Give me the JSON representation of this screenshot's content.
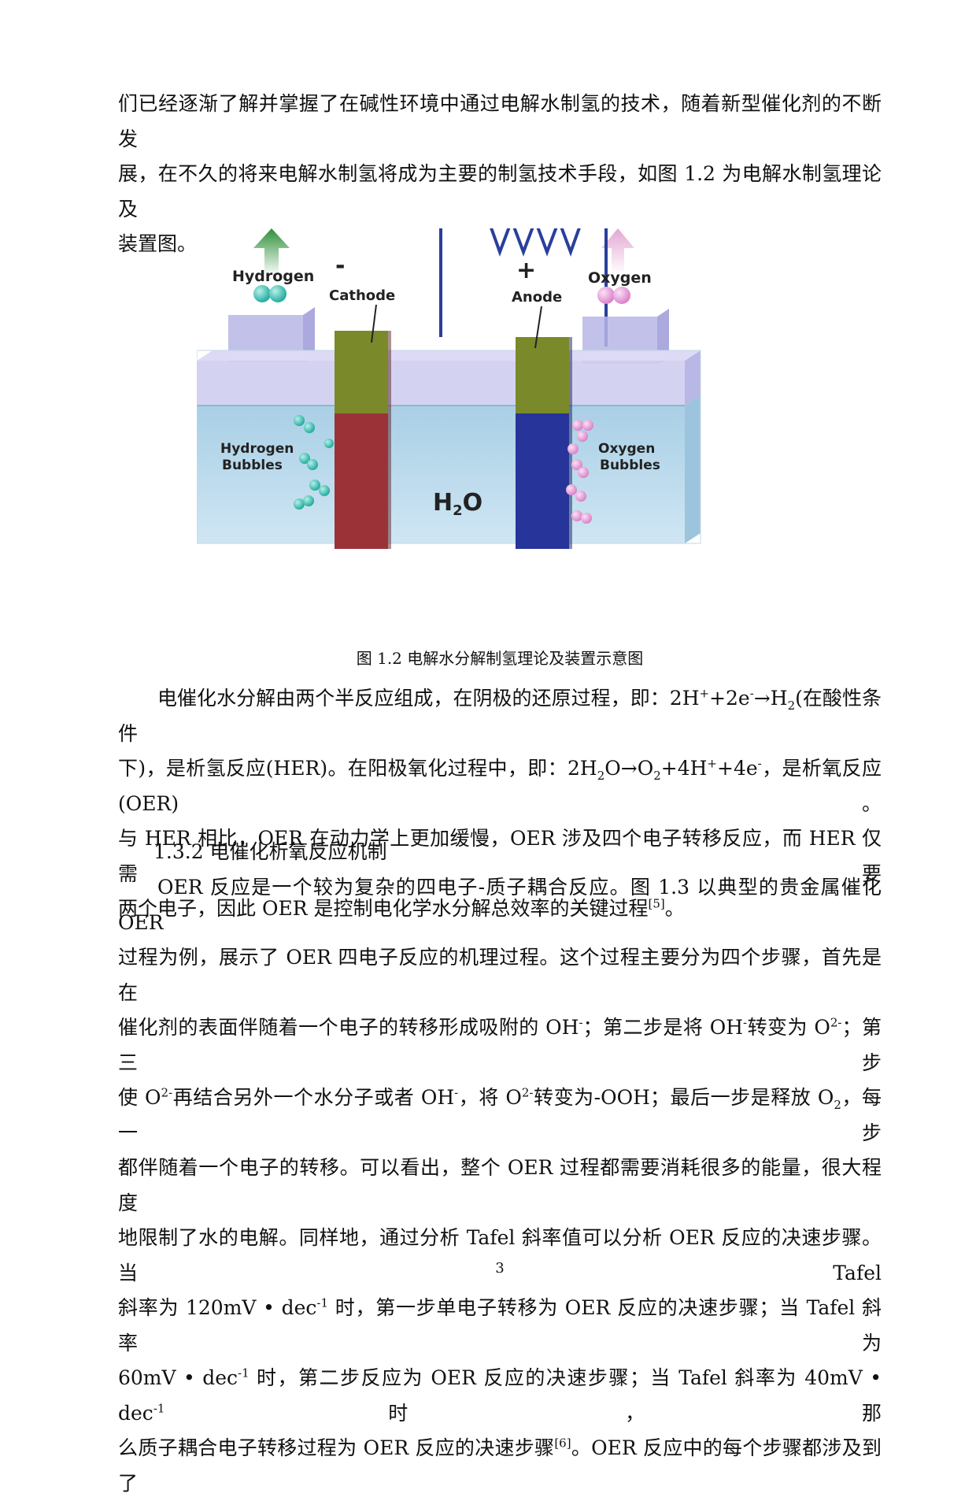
{
  "para_intro": {
    "lines": [
      "们已经逐渐了解并掌握了在碱性环境中通过电解水制氢的技术，随着新型催化剂的不断发",
      "展，在不久的将来电解水制氢将成为主要的制氢技术手段，如图 1.2 为电解水制氢理论及",
      "装置图。"
    ]
  },
  "figure": {
    "hydrogen_label": "Hydrogen",
    "oxygen_label": "Oxygen",
    "cathode_sign": "-",
    "anode_sign": "+",
    "cathode_label": "Cathode",
    "anode_label": "Anode",
    "hydrogen_bubbles_line1": "Hydrogen",
    "hydrogen_bubbles_line2": "Bubbles",
    "oxygen_bubbles_line1": "Oxygen",
    "oxygen_bubbles_line2": "Bubbles",
    "water_label": "H",
    "water_sub": "2",
    "water_tail": "O",
    "colors": {
      "hydrogen_arrow": "#2f8f3a",
      "oxygen_arrow": "#e3a6d2",
      "hydrogen_bubble": "#1aa79a",
      "oxygen_bubble": "#d97cc8",
      "cathode": "#9b3238",
      "anode": "#27349a",
      "electrode_top": "#7a8a2a",
      "wire": "#2a3f9c"
    }
  },
  "caption": "图 1.2  电解水分解制氢理论及装置示意图",
  "para_reaction": {
    "l1_a": "电催化水分解由两个半反应组成，在阴极的还原过程，即：2H",
    "l1_sup1": "+",
    "l1_b": "+2e",
    "l1_sup2": "-",
    "l1_c": "→H",
    "l1_sub1": "2",
    "l1_d": "(在酸性条件",
    "l2_a": "下)，是析氢反应(HER)。在阳极氧化过程中，即：2H",
    "l2_sub1": "2",
    "l2_b": "O→O",
    "l2_sub2": "2",
    "l2_c": "+4H",
    "l2_sup1": "+",
    "l2_d": "+4e",
    "l2_sup2": "-",
    "l2_e": "，是析氧反应(OER)。",
    "l3": "与 HER 相比，OER 在动力学上更加缓慢，OER 涉及四个电子转移反应，而 HER 仅需要",
    "l4_a": "两个电子，因此 OER 是控制电化学水分解总效率的关键过程",
    "l4_sup": "[5]",
    "l4_b": "。"
  },
  "heading": "1.3.2 电催化析氧反应机制",
  "para_oer": {
    "l1": "OER 反应是一个较为复杂的四电子-质子耦合反应。图 1.3 以典型的贵金属催化 OER",
    "l2": "过程为例，展示了 OER 四电子反应的机理过程。这个过程主要分为四个步骤，首先是在",
    "l3_a": "催化剂的表面伴随着一个电子的转移形成吸附的 OH",
    "l3_sup1": "-",
    "l3_b": "；第二步是将 OH",
    "l3_sup2": "-",
    "l3_c": "转变为 O",
    "l3_sup3": "2-",
    "l3_d": "；第三步",
    "l4_a": "使 O",
    "l4_sup1": "2-",
    "l4_b": "再结合另外一个水分子或者 OH",
    "l4_sup2": "-",
    "l4_c": "，将 O",
    "l4_sup3": "2-",
    "l4_d": "转变为-OOH；最后一步是释放 O",
    "l4_sub": "2",
    "l4_e": "，每一步",
    "l5": "都伴随着一个电子的转移。可以看出，整个 OER 过程都需要消耗很多的能量，很大程度",
    "l6": "地限制了水的电解。同样地，通过分析 Tafel 斜率值可以分析 OER 反应的决速步骤。当 Tafel",
    "l7_a": "斜率为 120mV • dec",
    "l7_sup": "-1",
    "l7_b": " 时，第一步单电子转移为 OER 反应的决速步骤；当 Tafel 斜率为",
    "l8_a": "60mV • dec",
    "l8_sup1": "-1",
    "l8_b": " 时，第二步反应为 OER 反应的决速步骤；当 Tafel 斜率为 40mV • dec",
    "l8_sup2": "-1",
    "l8_c": " 时，那",
    "l9_a": "么质子耦合电子转移过程为 OER 反应的决速步骤",
    "l9_sup": "[6]",
    "l9_b": "。OER 反应中的每个步骤都涉及到了"
  },
  "page_number": "3"
}
